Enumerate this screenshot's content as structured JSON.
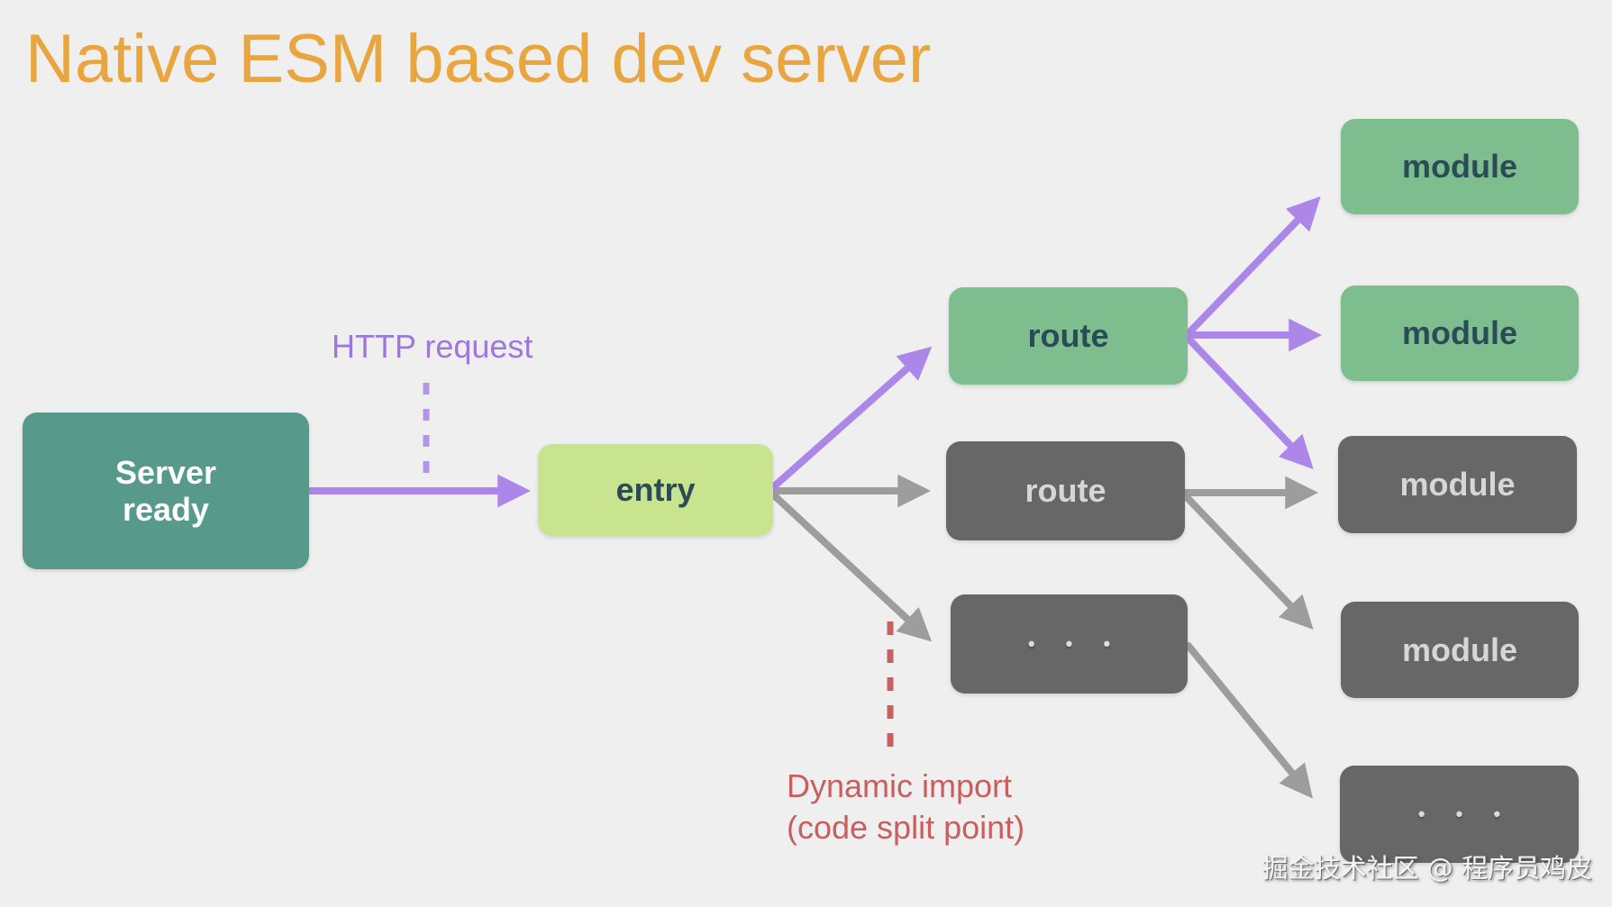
{
  "title": "Native ESM based dev server",
  "nodes": {
    "server_ready": {
      "label": "Server\nready"
    },
    "entry": {
      "label": "entry"
    },
    "route_top": {
      "label": "route"
    },
    "route_mid": {
      "label": "route"
    },
    "dots_mid": {
      "label": "• • •"
    },
    "module_1": {
      "label": "module"
    },
    "module_2": {
      "label": "module"
    },
    "module_3": {
      "label": "module"
    },
    "module_4": {
      "label": "module"
    },
    "dots_bottom": {
      "label": "• • •"
    }
  },
  "labels": {
    "http_request": "HTTP request",
    "dynamic_import_line1": "Dynamic import",
    "dynamic_import_line2": "(code split point)",
    "watermark": "掘金技术社区 @ 程序员鸡皮"
  },
  "colors": {
    "background": "#EFEFEF",
    "title": "#E9A53E",
    "server_ready_box": "#57998A",
    "entry_box": "#C9E48F",
    "green_box": "#7EBE8E",
    "gray_box": "#676767",
    "dark_box_text": "#2B4C57",
    "light_box_text": "#D6D6D6",
    "purple_arrow": "#AC86E8",
    "purple_dashed": "#B495E6",
    "purple_label": "#9D78DC",
    "gray_arrow": "#9D9D9D",
    "red_label": "#C75F5F"
  }
}
